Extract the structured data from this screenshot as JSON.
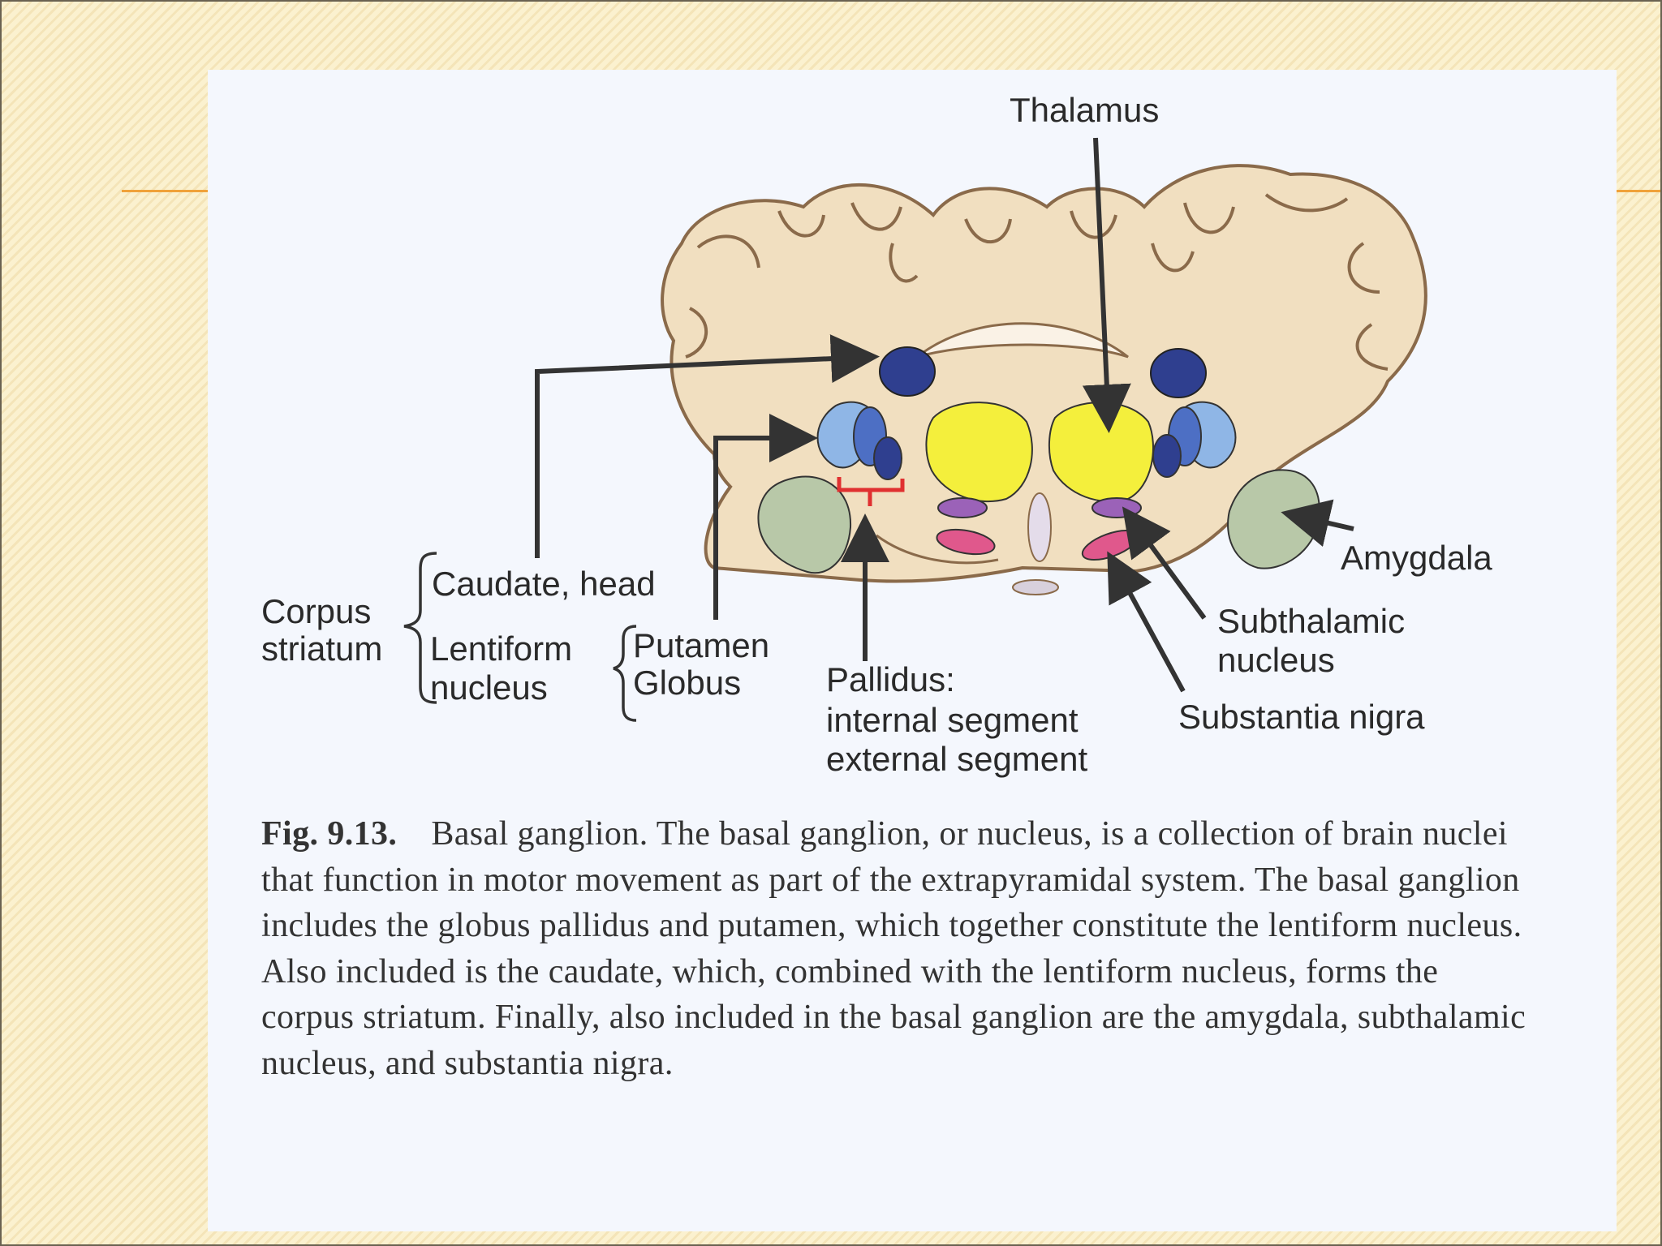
{
  "diagram": {
    "labels": {
      "thalamus": "Thalamus",
      "amygdala": "Amygdala",
      "caudate_head": "Caudate, head",
      "corpus": "Corpus",
      "striatum": "striatum",
      "lentiform": "Lentiform",
      "nucleus": "nucleus",
      "putamen": "Putamen",
      "globus": "Globus",
      "pallidus": "Pallidus:",
      "internal_segment": "internal segment",
      "external_segment": "external segment",
      "subthalamic": "Subthalamic",
      "subthalamic_nucleus": "nucleus",
      "substantia_nigra": "Substantia nigra"
    },
    "colors": {
      "tissue": "#f1dfc0",
      "caudate": "#2f3f8f",
      "putamen": "#8fb6e6",
      "globus_pallidus": "#4d6fc4",
      "thalamus": "#f4ef3c",
      "subthalamic": "#9b62b8",
      "substantia_nigra": "#e0588c",
      "amygdala": "#b8c8a8",
      "marker": "#e03030"
    }
  },
  "caption": {
    "fig_number": "Fig. 9.13.",
    "text": "Basal ganglion. The basal ganglion, or nucleus, is a collection of brain nuclei that function in motor movement as part of the extrapyramidal system. The basal ganglion includes the globus pallidus and putamen, which together constitute the lentiform nucleus. Also included is the caudate, which, combined with the lentiform nucleus, forms the corpus striatum. Finally, also included in the basal ganglion are the amygdala, subthalamic nucleus, and substantia nigra."
  }
}
